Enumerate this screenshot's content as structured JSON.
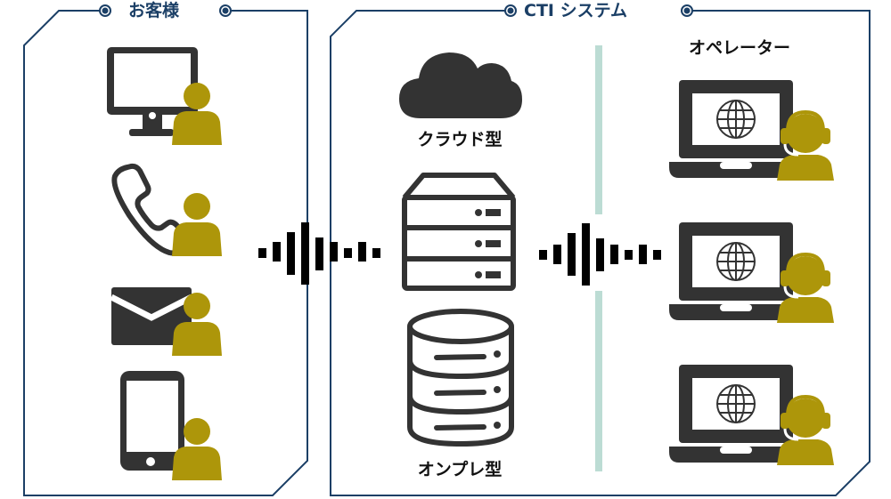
{
  "colors": {
    "frame": "#1b3f66",
    "icon_dark": "#333333",
    "person_gold": "#ad960a",
    "divider": "#bcdcd4",
    "wave": "#000000"
  },
  "customers": {
    "title": "お客様",
    "channels": [
      {
        "icon": "desktop-monitor-icon",
        "person": "customer-person-icon"
      },
      {
        "icon": "telephone-handset-icon",
        "person": "customer-person-icon"
      },
      {
        "icon": "envelope-icon",
        "person": "customer-person-icon"
      },
      {
        "icon": "smartphone-icon",
        "person": "customer-person-icon"
      }
    ]
  },
  "cti": {
    "title": "CTI システム",
    "cloud_label": "クラウド型",
    "onprem_label": "オンプレ型",
    "operators_title": "オペレーター",
    "operators": [
      {
        "icon": "laptop-globe-icon",
        "person": "operator-headset-icon"
      },
      {
        "icon": "laptop-globe-icon",
        "person": "operator-headset-icon"
      },
      {
        "icon": "laptop-globe-icon",
        "person": "operator-headset-icon"
      }
    ]
  },
  "connections": [
    {
      "name": "customer-to-cti",
      "icon": "sound-wave-icon"
    },
    {
      "name": "cti-to-operators",
      "icon": "sound-wave-icon"
    }
  ]
}
